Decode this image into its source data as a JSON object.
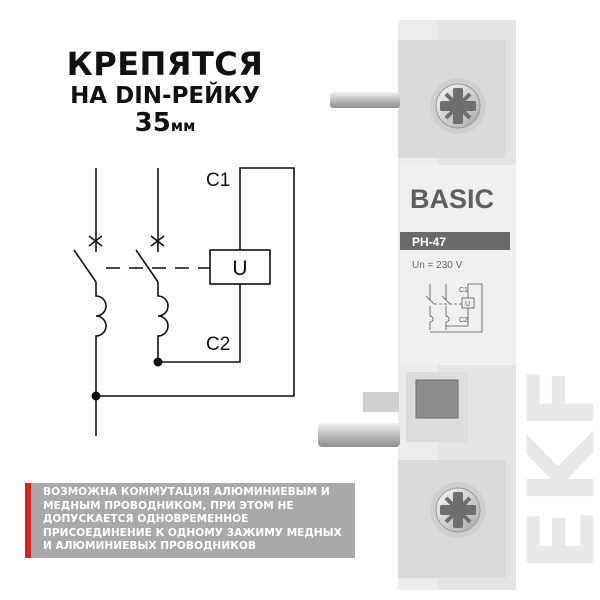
{
  "headline": {
    "line1": "КРЕПЯТСЯ",
    "line2": "НА DIN-РЕЙКУ",
    "line3_number": "35",
    "line3_unit": "мм"
  },
  "diagram": {
    "label_c1": "C1",
    "label_c2": "C2",
    "label_u": "U"
  },
  "device": {
    "series": "BASIC",
    "model": "PH-47",
    "rating": "Un = 230 V",
    "mini_c1": "C1",
    "mini_c2": "C2",
    "mini_u": "U"
  },
  "notice": {
    "text": "Возможна коммутация алюминиевым и медным проводником, при этом не допускается одновременное присоединение к одному зажиму медных и алюминиевых проводников"
  },
  "brand": {
    "logo": "EKF"
  },
  "colors": {
    "accent_red": "#d7261e",
    "notice_bg": "#a9a9a9",
    "device_body": "#e4e4e4",
    "model_bar": "#6a6a6a"
  }
}
